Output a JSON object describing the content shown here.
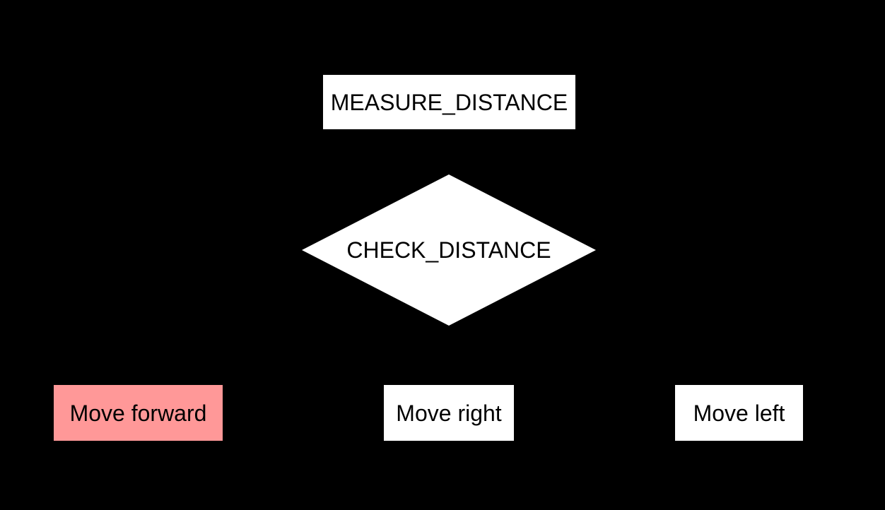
{
  "diagram": {
    "type": "flowchart",
    "background_color": "#000000",
    "colors": {
      "node_fill": "#ffffff",
      "highlight_fill": "#ff9898",
      "text": "#000000"
    },
    "nodes": [
      {
        "id": "measure_distance",
        "label": "MEASURE_DISTANCE",
        "shape": "rectangle",
        "fill": "#ffffff",
        "text_color": "#000000",
        "state": "default"
      },
      {
        "id": "check_distance",
        "label": "CHECK_DISTANCE",
        "shape": "diamond",
        "fill": "#ffffff",
        "text_color": "#000000",
        "state": "default"
      },
      {
        "id": "move_forward",
        "label": "Move forward",
        "shape": "rectangle",
        "fill": "#ff9898",
        "text_color": "#000000",
        "state": "highlighted"
      },
      {
        "id": "move_right",
        "label": "Move right",
        "shape": "rectangle",
        "fill": "#ffffff",
        "text_color": "#000000",
        "state": "default"
      },
      {
        "id": "move_left",
        "label": "Move left",
        "shape": "rectangle",
        "fill": "#ffffff",
        "text_color": "#000000",
        "state": "default"
      }
    ],
    "edges_visible": false
  }
}
